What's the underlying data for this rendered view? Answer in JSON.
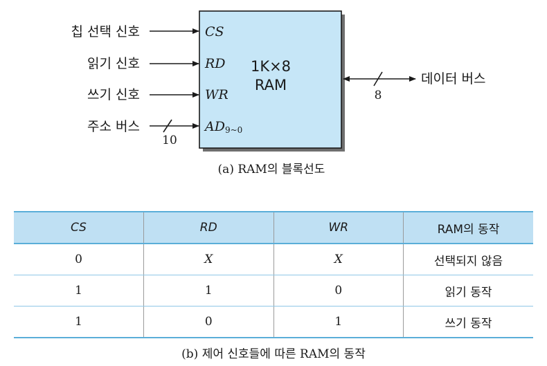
{
  "diagram": {
    "inputs": [
      {
        "label": "칩 선택 신호",
        "pin": "CS"
      },
      {
        "label": "읽기 신호",
        "pin": "RD"
      },
      {
        "label": "쓰기 신호",
        "pin": "WR"
      },
      {
        "label": "주소 버스",
        "pin": "AD",
        "pin_sub": "9~0",
        "bus_width": "10"
      }
    ],
    "chip_line1": "1K×8",
    "chip_line2": "RAM",
    "output_label": "데이터 버스",
    "output_bus_width": "8",
    "caption": "(a) RAM의 블록선도",
    "colors": {
      "block_fill": "#c6e6f7",
      "block_shadow": "#6f6f6f"
    }
  },
  "table": {
    "headers": [
      "CS",
      "RD",
      "WR",
      "RAM의 동작"
    ],
    "rows": [
      [
        "0",
        "X",
        "X",
        "선택되지 않음"
      ],
      [
        "1",
        "1",
        "0",
        "읽기 동작"
      ],
      [
        "1",
        "0",
        "1",
        "쓰기 동작"
      ]
    ],
    "caption": "(b) 제어 신호들에 따른 RAM의 동작",
    "colors": {
      "header_fill": "#bfe0f3",
      "rule": "#5aaed8"
    }
  }
}
